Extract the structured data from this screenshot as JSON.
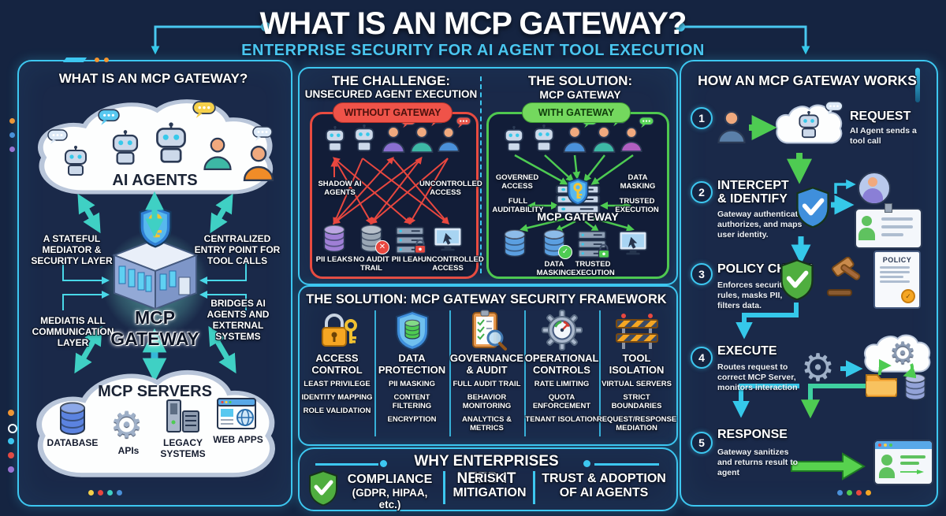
{
  "colors": {
    "background": "#152441",
    "accent_cyan": "#3dc7f0",
    "subtitle_cyan": "#4ac6f0",
    "danger_red": "#e84b40",
    "success_green": "#4fc84f",
    "arrow_teal": "#3fd0c4",
    "gold": "#f5c531"
  },
  "header": {
    "title": "WHAT IS AN MCP GATEWAY?",
    "subtitle": "ENTERPRISE SECURITY FOR AI AGENT TOOL EXECUTION"
  },
  "left_panel": {
    "title": "WHAT IS AN MCP GATEWAY?",
    "agents_cloud_label": "AI AGENTS",
    "callout_top_left": "A STATEFUL MEDIATOR & SECURITY LAYER",
    "callout_top_right": "CENTRALIZED ENTRY POINT FOR TOOL CALLS",
    "callout_bottom_left": "MEDIATIS ALL COMMUNICATION LAYER",
    "callout_bottom_right": "BRIDGES AI AGENTS AND EXTERNAL SYSTEMS",
    "gateway_label": "MCP GATEWAY",
    "servers_cloud_label": "MCP SERVERS",
    "server_items": [
      "DATABASE",
      "APIs",
      "LEGACY SYSTEMS",
      "WEB APPS"
    ]
  },
  "challenge": {
    "title_line1": "THE CHALLENGE:",
    "title_line2": "UNSECURED AGENT EXECUTION",
    "pill": "WITHOUT GATEWAY",
    "label_left": "SHADOW AI AGENTS",
    "label_right": "UNCONTROLLED ACCESS",
    "bottom_labels": [
      "PII LEAKS",
      "NO AUDIT TRAIL",
      "PII LEAKS",
      "UNCONTROLLED ACCESS"
    ]
  },
  "solution": {
    "title_line1": "THE SOLUTION:",
    "title_line2": "MCP GATEWAY",
    "pill": "WITH GATEWAY",
    "label_top_left": "GOVERNED ACCESS",
    "label_top_right": "DATA MASKING",
    "label_mid_left": "FULL AUDITABILITY",
    "label_mid_right": "TRUSTED EXECUTION",
    "gateway_label": "MCP GATEWAY",
    "bottom_labels": [
      "DATA MASKING",
      "TRUSTED EXECUTION"
    ]
  },
  "framework": {
    "title": "THE SOLUTION: MCP GATEWAY SECURITY FRAMEWORK",
    "columns": [
      {
        "name": "ACCESS CONTROL",
        "items": [
          "LEAST PRIVILEGE",
          "IDENTITY MAPPING",
          "ROLE VALIDATION"
        ]
      },
      {
        "name": "DATA PROTECTION",
        "items": [
          "PII MASKING",
          "CONTENT FILTERING",
          "ENCRYPTION"
        ]
      },
      {
        "name": "GOVERNANCE & AUDIT",
        "items": [
          "FULL AUDIT TRAIL",
          "BEHAVIOR MONITORING",
          "ANALYTICS & METRICS"
        ]
      },
      {
        "name": "OPERATIONAL CONTROLS",
        "items": [
          "RATE LIMITING",
          "QUOTA ENFORCEMENT",
          "TENANT ISOLATION"
        ]
      },
      {
        "name": "TOOL ISOLATION",
        "items": [
          "VIRTUAL SERVERS",
          "STRICT BOUNDARIES",
          "REQUEST/RESPONSE MEDIATION"
        ]
      }
    ]
  },
  "why": {
    "title": "WHY ENTERPRISES NEED IT",
    "items": [
      {
        "label": "COMPLIANCE",
        "sublabel": "(GDPR, HIPAA, etc.)"
      },
      {
        "label": "RISK MITIGATION",
        "sublabel": ""
      },
      {
        "label": "TRUST & ADOPTION OF AI AGENTS",
        "sublabel": ""
      }
    ]
  },
  "how": {
    "title": "HOW AN MCP GATEWAY WORKS",
    "policy_doc_label": "POLICY",
    "steps": [
      {
        "num": "1",
        "title": "REQUEST",
        "desc": "AI Agent sends a tool call"
      },
      {
        "num": "2",
        "title": "INTERCEPT & IDENTIFY",
        "desc": "Gateway authenticates, authorizes, and maps user identity."
      },
      {
        "num": "3",
        "title": "POLICY CHECK",
        "desc": "Enforces security rules, masks PII, filters data."
      },
      {
        "num": "4",
        "title": "EXECUTE",
        "desc": "Routes request to correct MCP Server, monitors interaction"
      },
      {
        "num": "5",
        "title": "RESPONSE",
        "desc": "Gateway sanitizes and returns result to agent"
      }
    ]
  }
}
